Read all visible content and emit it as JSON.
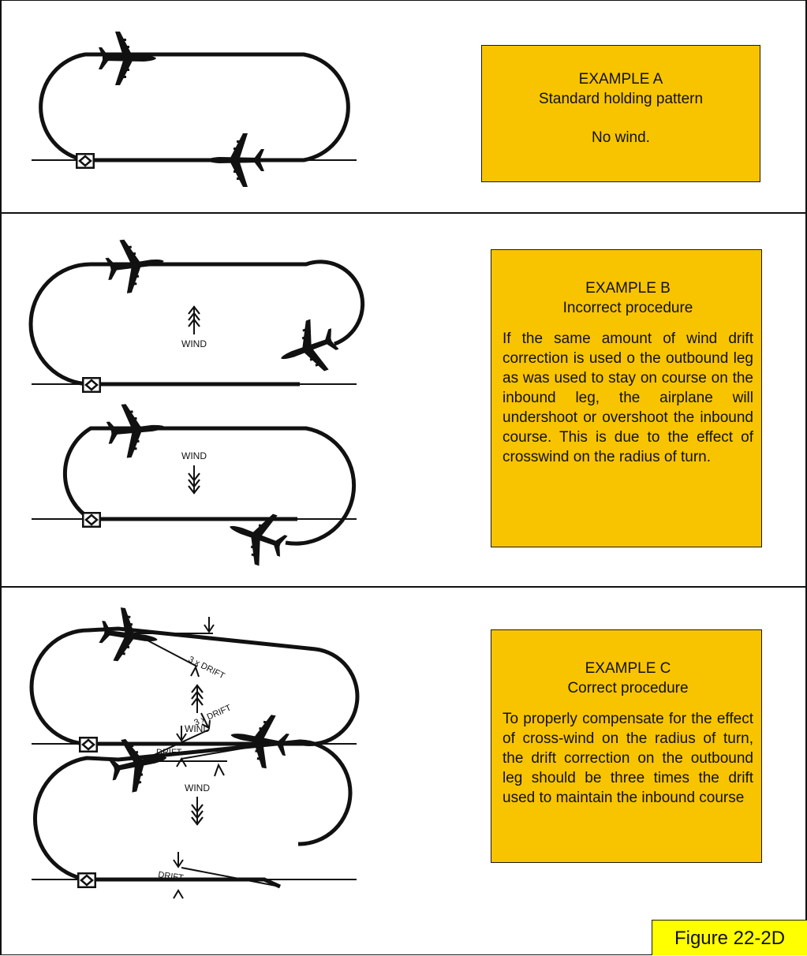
{
  "example_a": {
    "title": "EXAMPLE A",
    "subtitle": "Standard holding pattern",
    "note": "No wind."
  },
  "example_b": {
    "title": "EXAMPLE B",
    "subtitle": "Incorrect procedure",
    "body": "If the same amount of wind drift correction is used o the outbound leg as was used to stay on course on the inbound leg, the airplane will undershoot or overshoot the inbound course. This is due to the effect of crosswind on the radius of turn.",
    "wind_label_1": "WIND",
    "wind_label_2": "WIND"
  },
  "example_c": {
    "title": "EXAMPLE C",
    "subtitle": "Correct procedure",
    "body": "To properly compensate for the effect of cross-wind on the radius of turn, the drift correction on the outbound leg should be three times the drift used to maintain the inbound course",
    "drift_label_top": "3 x DRIFT",
    "wind_label_top": "WIND",
    "drift_label_inbound_top": "DRIFT",
    "drift_label_bottom": "3 x DRIFT",
    "wind_label_bottom": "WIND",
    "drift_label_inbound_bottom": "DRIFT"
  },
  "figure_label": "Figure 22-2D",
  "colors": {
    "box_fill": "#f8c400",
    "figure_label_fill": "#ffff00",
    "line": "#111111"
  }
}
